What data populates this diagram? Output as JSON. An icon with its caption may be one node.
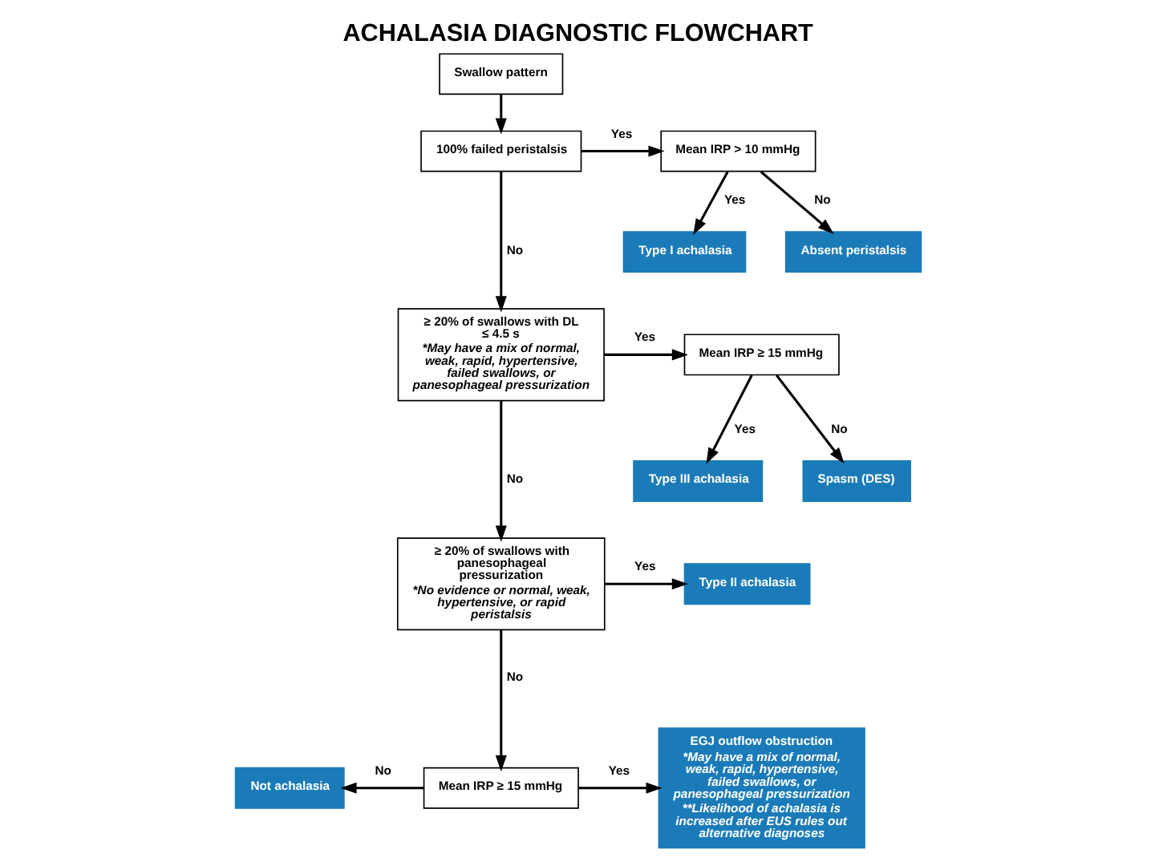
{
  "diagram": {
    "title": "ACHALASIA DIAGNOSTIC FLOWCHART",
    "nodes": [
      {
        "text": [
          "Swallow pattern"
        ]
      },
      {
        "text": [
          "100% failed peristalsis"
        ]
      },
      {
        "text": [
          "Mean IRP > 10 mmHg"
        ]
      },
      {
        "text": [
          "Type I achalasia"
        ]
      },
      {
        "text": [
          "Absent peristalsis"
        ]
      },
      {
        "text": [
          "≥ 20% of swallows with DL ≤ 4.5 s",
          "*May have a mix of normal, weak, rapid, hypertensive, failed swallows, or panesophageal pressurization"
        ]
      },
      {
        "text": [
          "Mean IRP ≥ 15 mmHg"
        ]
      },
      {
        "text": [
          "Type III achalasia"
        ]
      },
      {
        "text": [
          "Spasm (DES)"
        ]
      },
      {
        "text": [
          "≥ 20% of swallows with panesophageal pressurization",
          "*No evidence or normal, weak, hypertensive, or rapid peristalsis"
        ]
      },
      {
        "text": [
          "Type II achalasia"
        ]
      },
      {
        "text": [
          "Mean IRP ≥ 15 mmHg"
        ]
      },
      {
        "text": [
          "Not achalasia"
        ]
      },
      {
        "text": [
          "EGJ outflow obstruction",
          "*May have a mix of normal, weak, rapid, hypertensive, failed swallows, or panesophageal pressurization",
          "**Likelihood of achalasia is increased after EUS rules out alternative diagnoses"
        ]
      }
    ],
    "edges": [
      {
        "from": 0,
        "to": 1,
        "arrow": "to"
      },
      {
        "from": 1,
        "to": 2,
        "arrow": "to",
        "label": "Yes"
      },
      {
        "from": 2,
        "to": 3,
        "arrow": "to",
        "label": "Yes"
      },
      {
        "from": 2,
        "to": 4,
        "arrow": "to",
        "label": "No"
      },
      {
        "from": 1,
        "to": 5,
        "arrow": "to",
        "label": "No"
      },
      {
        "from": 5,
        "to": 6,
        "arrow": "to",
        "label": "Yes"
      },
      {
        "from": 6,
        "to": 7,
        "arrow": "to",
        "label": "Yes"
      },
      {
        "from": 6,
        "to": 8,
        "arrow": "to",
        "label": "No"
      },
      {
        "from": 5,
        "to": 9,
        "arrow": "to",
        "label": "No"
      },
      {
        "from": 9,
        "to": 10,
        "arrow": "to",
        "label": "Yes"
      },
      {
        "from": 9,
        "to": 11,
        "arrow": "to",
        "label": "No"
      },
      {
        "from": 11,
        "to": 12,
        "arrow": "to",
        "label": "No"
      },
      {
        "from": 11,
        "to": 13,
        "arrow": "to",
        "label": "Yes"
      }
    ]
  }
}
